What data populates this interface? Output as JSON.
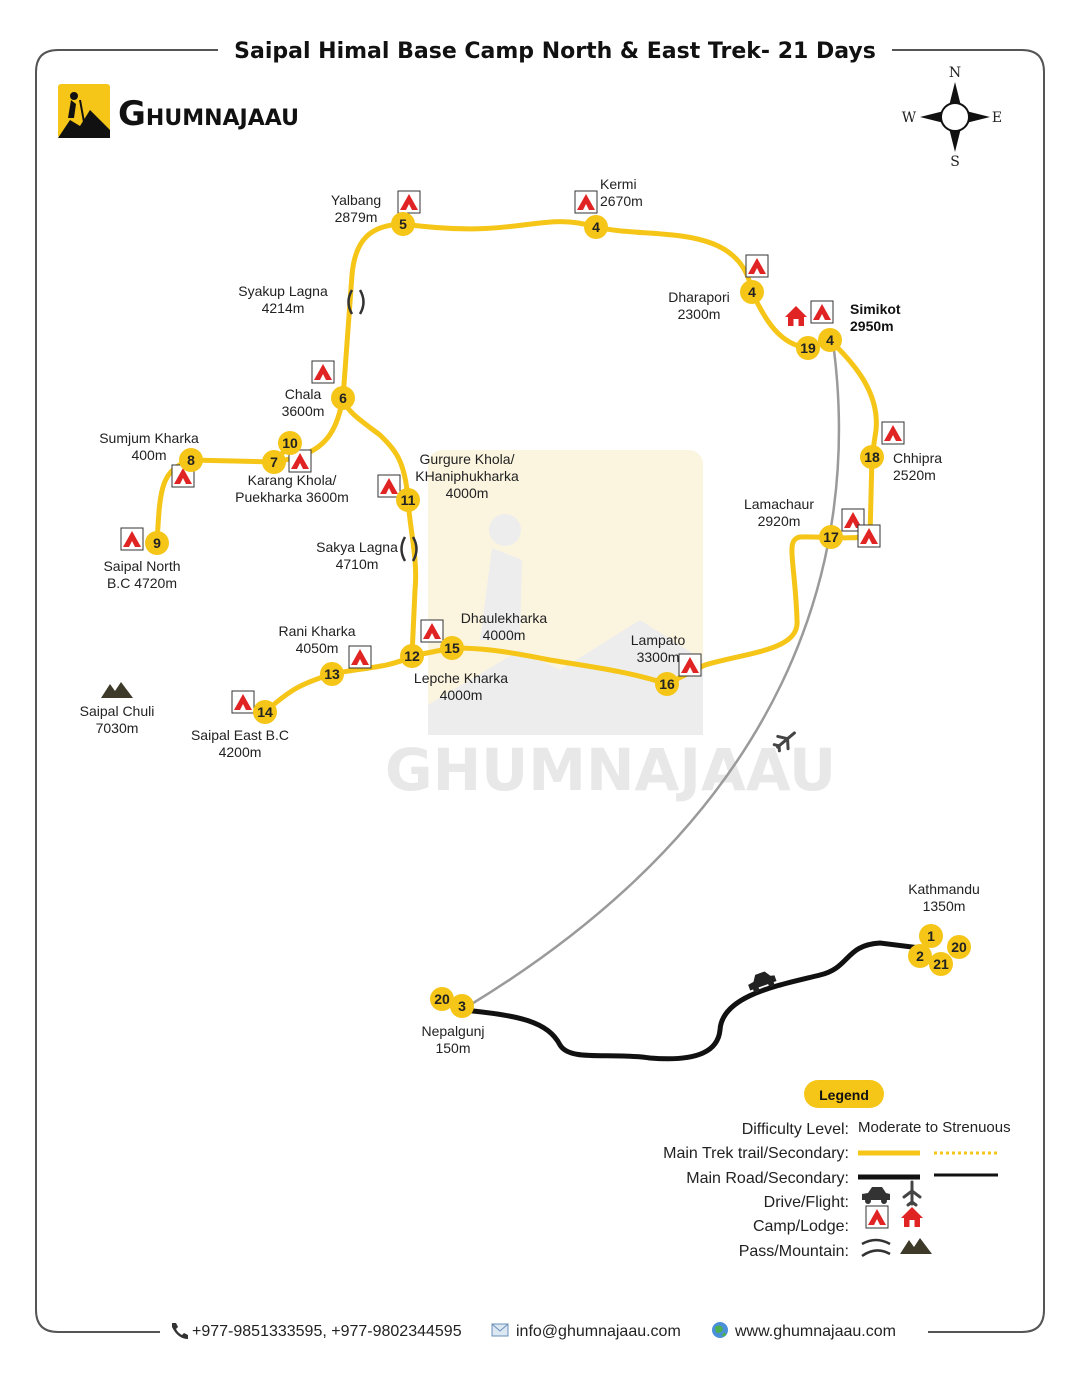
{
  "title": "Saipal Himal Base Camp North & East Trek- 21 Days",
  "brand": {
    "initial": "G",
    "rest": "HUMNAJAAU",
    "watermark_initial": "G",
    "watermark_rest": "HUMNAJAAU"
  },
  "compass": {
    "n": "N",
    "s": "S",
    "e": "E",
    "w": "W"
  },
  "places": [
    {
      "id": "yalbang",
      "lines": [
        "Yalbang",
        "2879m"
      ],
      "days": [
        "5"
      ],
      "icons": [
        "camp"
      ]
    },
    {
      "id": "kermi",
      "lines": [
        "Kermi",
        "2670m"
      ],
      "days": [
        "4"
      ],
      "icons": [
        "camp"
      ]
    },
    {
      "id": "dharapori",
      "lines": [
        "Dharapori",
        "2300m"
      ],
      "days": [
        "4"
      ],
      "icons": [
        "camp"
      ]
    },
    {
      "id": "simikot",
      "lines": [
        "Simikot",
        "2950m"
      ],
      "days": [
        "19",
        "4"
      ],
      "icons": [
        "lodge",
        "camp"
      ]
    },
    {
      "id": "syakup",
      "lines": [
        "Syakup Lagna",
        "4214m"
      ],
      "days": [],
      "icons": [
        "pass"
      ]
    },
    {
      "id": "chala",
      "lines": [
        "Chala",
        "3600m"
      ],
      "days": [
        "6"
      ],
      "icons": [
        "camp"
      ]
    },
    {
      "id": "sumjum",
      "lines": [
        "Sumjum Kharka",
        "400m"
      ],
      "days": [
        "8"
      ],
      "icons": [
        "camp"
      ]
    },
    {
      "id": "karang",
      "lines": [
        "Karang Khola/",
        "Puekharka 3600m"
      ],
      "days": [
        "10",
        "7"
      ],
      "icons": [
        "camp"
      ]
    },
    {
      "id": "gurgure",
      "lines": [
        "Gurgure Khola/",
        "KHaniphukharka",
        "4000m"
      ],
      "days": [
        "11"
      ],
      "icons": [
        "camp"
      ]
    },
    {
      "id": "saipalnorth",
      "lines": [
        "Saipal North",
        "B.C 4720m"
      ],
      "days": [
        "9"
      ],
      "icons": [
        "camp"
      ]
    },
    {
      "id": "sakya",
      "lines": [
        "Sakya Lagna",
        "4710m"
      ],
      "days": [],
      "icons": [
        "pass"
      ]
    },
    {
      "id": "chhipra",
      "lines": [
        "Chhipra",
        "2520m"
      ],
      "days": [
        "18"
      ],
      "icons": [
        "camp"
      ]
    },
    {
      "id": "lamachaur",
      "lines": [
        "Lamachaur",
        "2920m"
      ],
      "days": [
        "17"
      ],
      "icons": [
        "camp",
        "camp"
      ]
    },
    {
      "id": "ranikharka",
      "lines": [
        "Rani Kharka",
        "4050m"
      ],
      "days": [
        "13"
      ],
      "icons": [
        "camp"
      ]
    },
    {
      "id": "dhaulekharka",
      "lines": [
        "Dhaulekharka",
        "4000m"
      ],
      "days": [
        "12",
        "15"
      ],
      "icons": [
        "camp"
      ]
    },
    {
      "id": "lepche",
      "lines": [
        "Lepche Kharka",
        "4000m"
      ],
      "days": [],
      "icons": []
    },
    {
      "id": "lampato",
      "lines": [
        "Lampato",
        "3300m"
      ],
      "days": [
        "16"
      ],
      "icons": [
        "camp"
      ]
    },
    {
      "id": "saipalchuli",
      "lines": [
        "Saipal Chuli",
        "7030m"
      ],
      "days": [],
      "icons": [
        "mountain"
      ]
    },
    {
      "id": "saipaleast",
      "lines": [
        "Saipal East B.C",
        "4200m"
      ],
      "days": [
        "14"
      ],
      "icons": [
        "camp"
      ]
    },
    {
      "id": "kathmandu",
      "lines": [
        "Kathmandu",
        "1350m"
      ],
      "days": [
        "1",
        "2",
        "20",
        "21"
      ],
      "icons": []
    },
    {
      "id": "nepalgunj",
      "lines": [
        "Nepalgunj",
        "150m"
      ],
      "days": [
        "20",
        "3"
      ],
      "icons": []
    }
  ],
  "legend": {
    "heading": "Legend",
    "rows": [
      {
        "label": "Difficulty Level:",
        "value": "Moderate to Strenuous"
      },
      {
        "label": "Main Trek trail/Secondary:",
        "value": ""
      },
      {
        "label": "Main Road/Secondary:",
        "value": ""
      },
      {
        "label": "Drive/Flight:",
        "value": ""
      },
      {
        "label": "Camp/Lodge:",
        "value": ""
      },
      {
        "label": "Pass/Mountain:",
        "value": ""
      }
    ]
  },
  "footer": {
    "phone": "+977-9851333595, +977-9802344595",
    "email": "info@ghumnajaau.com",
    "web": "www.ghumnajaau.com"
  },
  "colors": {
    "trail": "#f5c518",
    "road": "#111111",
    "flight": "#9a9a9a",
    "camp": "#e02424",
    "marker": "#f5c518",
    "mountain": "#3d3a2a"
  }
}
